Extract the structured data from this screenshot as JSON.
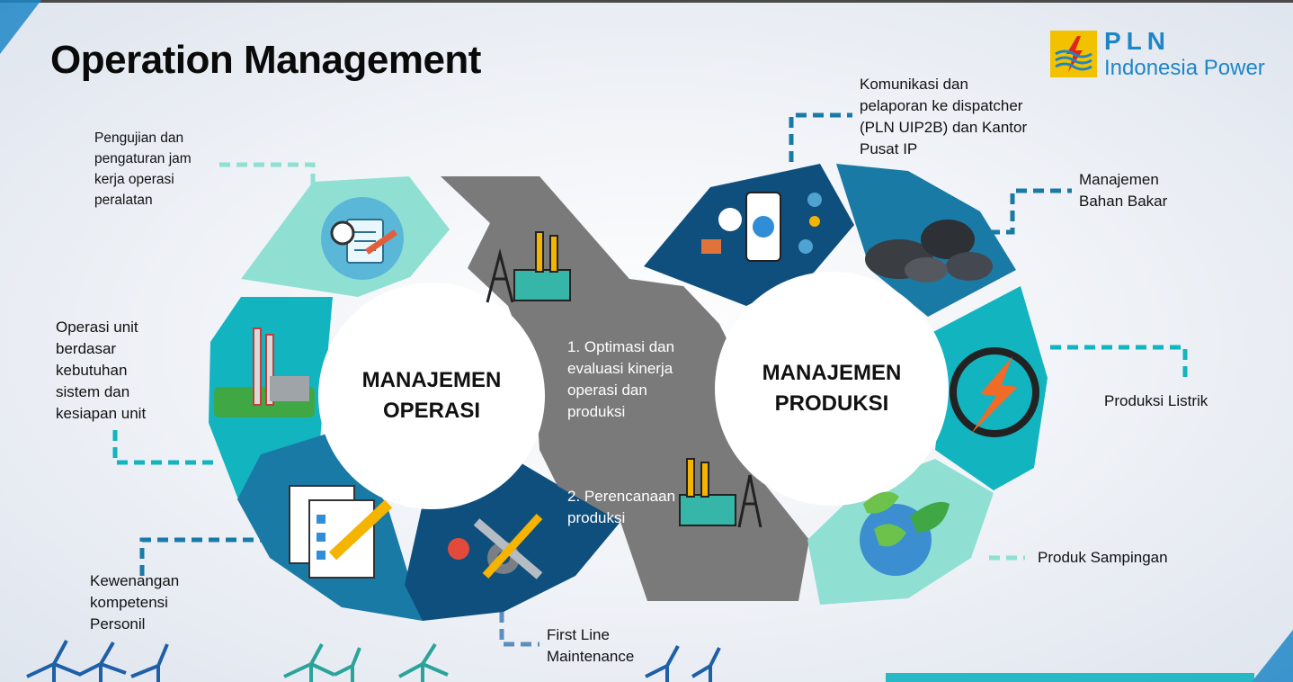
{
  "header": {
    "title": "Operation Management"
  },
  "logo": {
    "brand": "PLN",
    "subtitle": "Indonesia Power",
    "colors": {
      "box": "#f2c200",
      "mark": "#e0261b",
      "text": "#1e86c7"
    }
  },
  "left_cycle": {
    "title_line1": "MANAJEMEN",
    "title_line2": "OPERASI",
    "labels": {
      "pengujian": "Pengujian dan\npengaturan jam\nkerja operasi\nperalatan",
      "operasi_unit": "Operasi unit\nberdasar\nkebutuhan\nsistem dan\nkesiapan unit",
      "kewenangan": "Kewenangan\nkompetensi\nPersonil",
      "first_line": "First Line\nMaintenance"
    }
  },
  "center": {
    "item1": "1. Optimasi dan\nevaluasi kinerja\noperasi dan\nproduksi",
    "item2": "2. Perencanaan\nproduksi"
  },
  "right_cycle": {
    "title_line1": "MANAJEMEN",
    "title_line2": "PRODUKSI",
    "labels": {
      "komunikasi": "Komunikasi dan\npelaporan ke dispatcher\n(PLN UIP2B) dan Kantor\nPusat IP",
      "bahan_bakar": "Manajemen\nBahan Bakar",
      "produksi_listrik": "Produksi Listrik",
      "produk_sampingan": "Produk Sampingan"
    }
  },
  "colors": {
    "mint": "#8fe0d3",
    "teal": "#12b4c0",
    "blue": "#1a7aa6",
    "navy": "#0f4f7d",
    "gray": "#7a7a7a",
    "connector_mint": "#8fe0d3",
    "connector_blue": "#1a7aa6"
  }
}
